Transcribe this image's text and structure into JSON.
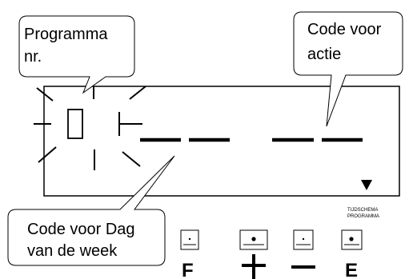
{
  "callouts": {
    "programma_nr": [
      "Programma",
      "nr."
    ],
    "code_voor_actie": [
      "Code voor",
      "actie"
    ],
    "code_voor_dag": [
      "Code voor Dag",
      "van de week"
    ]
  },
  "display": {
    "indicator_label": [
      "TIJDSCHEMA",
      "PROGRAMMA"
    ]
  },
  "buttons": [
    {
      "symbol": "F"
    },
    {
      "symbol": "+"
    },
    {
      "symbol": "−"
    },
    {
      "symbol": "E"
    }
  ]
}
